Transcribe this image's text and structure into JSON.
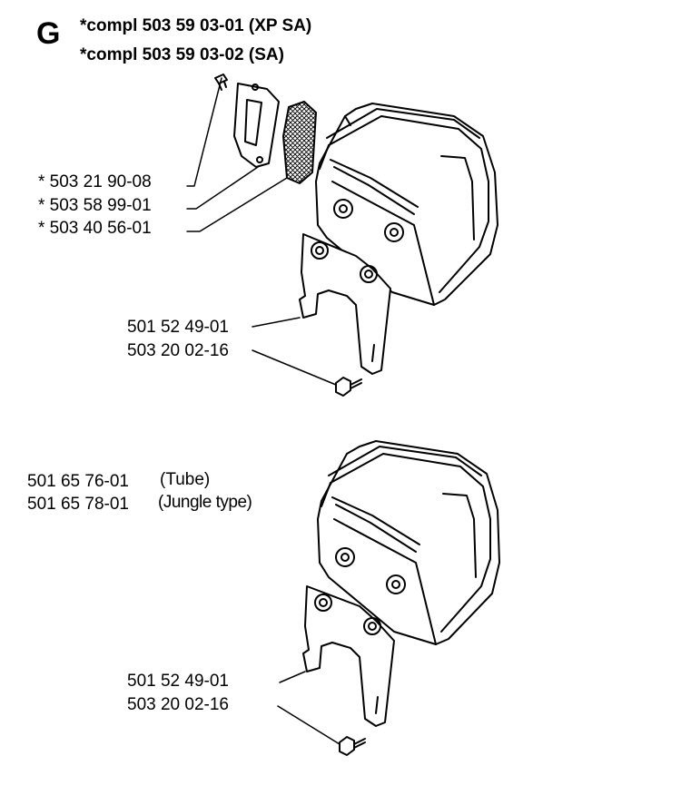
{
  "section_letter": "G",
  "header": {
    "line1": {
      "prefix": "*compl",
      "number": "503 59 03-01 (XP SA)"
    },
    "line2": {
      "prefix": "*compl",
      "number": "503 59 03-02 (SA)"
    }
  },
  "top_parts": [
    "* 503 21 90-08",
    "* 503 58 99-01",
    "* 503 40 56-01",
    "501 52 49-01",
    "503 20 02-16"
  ],
  "bottom_parts": {
    "muffler_numbers": [
      "501 65 76-01",
      "501 65 78-01"
    ],
    "muffler_types": [
      "(Tube)",
      "(Jungle type)"
    ],
    "bracket": "501 52 49-01",
    "screw": "503 20 02-16"
  },
  "colors": {
    "ink": "#000000",
    "paper": "#ffffff"
  }
}
